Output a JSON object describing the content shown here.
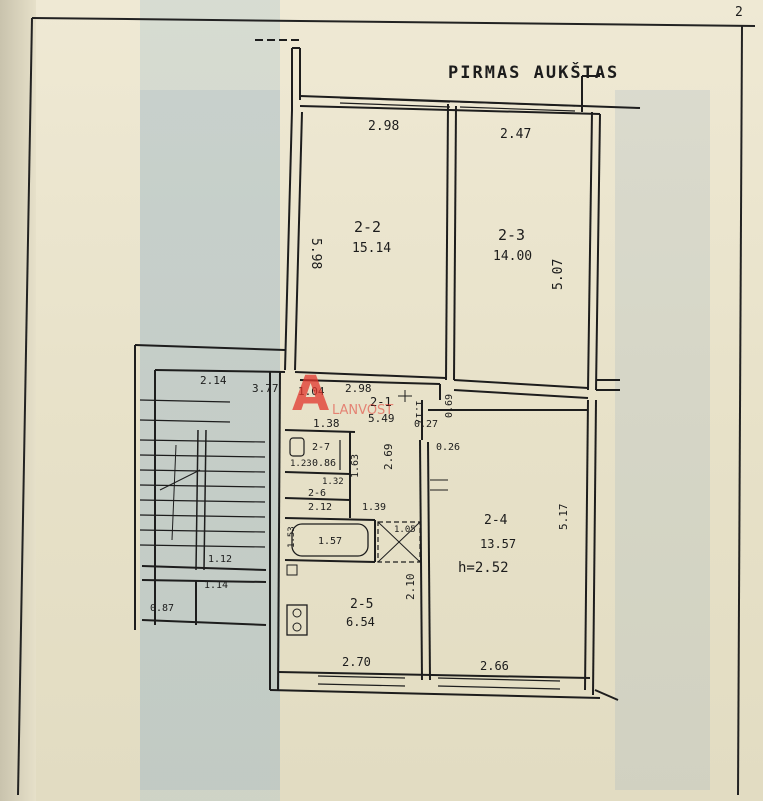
{
  "sheet": {
    "page_number": "2",
    "title": "PIRMAS AUKŠTAS",
    "ceiling_height": "h=2.52"
  },
  "rooms": [
    {
      "id": "2-2",
      "area": "15.14"
    },
    {
      "id": "2-3",
      "area": "14.00"
    },
    {
      "id": "2-1",
      "area": "5.49"
    },
    {
      "id": "2-7",
      "area": "0.86"
    },
    {
      "id": "2-6",
      "area": "2.12"
    },
    {
      "id": "2-5",
      "area": "6.54"
    },
    {
      "id": "2-4",
      "area": "13.57"
    }
  ],
  "dimensions": {
    "d298_top": "2.98",
    "d247": "2.47",
    "d598": "5.98",
    "d507": "5.07",
    "d214": "2.14",
    "d377": "3.77",
    "d104": "1.04",
    "d298_mid": "2.98",
    "d117": "1.17",
    "d138": "1.38",
    "d027": "0.27",
    "d069": "0.69",
    "d026": "0.26",
    "d269": "2.69",
    "d163": "1.63",
    "d123": "1.23",
    "d132": "1.32",
    "d139": "1.39",
    "d153": "1.53",
    "d157": "1.57",
    "d105": "1.05",
    "d112": "1.12",
    "d114": "1.14",
    "d087": "0.87",
    "d210": "2.10",
    "d517": "5.17",
    "d270": "2.70",
    "d266": "2.66"
  },
  "watermark": {
    "letter": "A",
    "text": "LANVOST"
  }
}
